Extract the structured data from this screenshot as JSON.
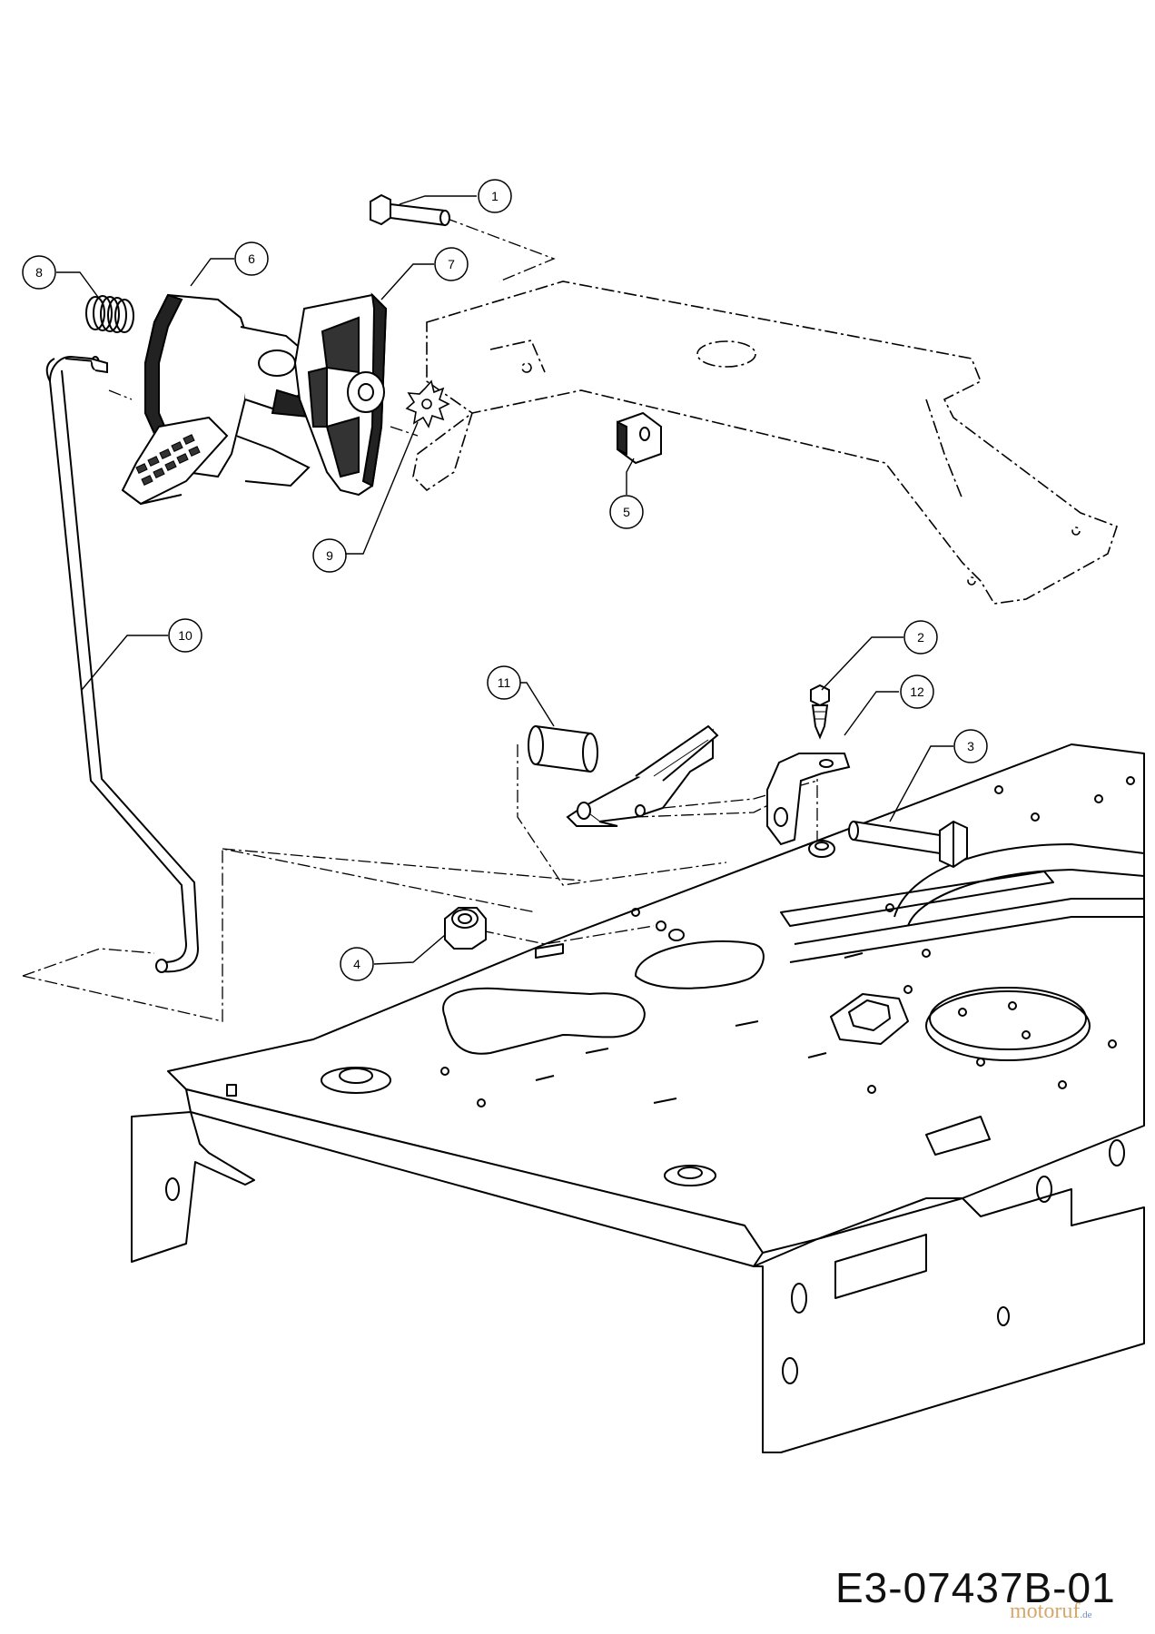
{
  "diagram": {
    "drawing_id": "E3-07437B-01",
    "watermark": {
      "text": "motoruf",
      "suffix": ".de"
    },
    "callouts": [
      {
        "id": "c1",
        "label": "1"
      },
      {
        "id": "c2",
        "label": "2"
      },
      {
        "id": "c3",
        "label": "3"
      },
      {
        "id": "c4",
        "label": "4"
      },
      {
        "id": "c5",
        "label": "5"
      },
      {
        "id": "c6",
        "label": "6"
      },
      {
        "id": "c7",
        "label": "7"
      },
      {
        "id": "c8",
        "label": "8"
      },
      {
        "id": "c9",
        "label": "9"
      },
      {
        "id": "c10",
        "label": "10"
      },
      {
        "id": "c11",
        "label": "11"
      },
      {
        "id": "c12",
        "label": "12"
      }
    ]
  }
}
